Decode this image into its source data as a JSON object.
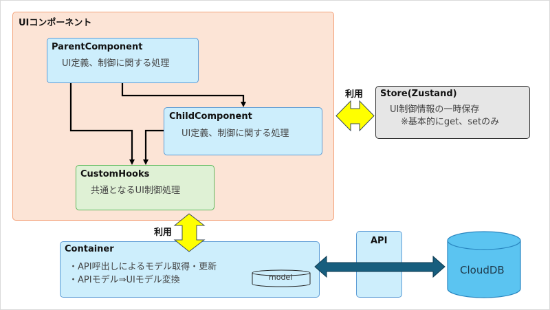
{
  "ui_components": {
    "title": "UIコンポーネント",
    "parent": {
      "title": "ParentComponent",
      "desc": "UI定義、制御に関する処理"
    },
    "child": {
      "title": "ChildComponent",
      "desc": "UI定義、制御に関する処理"
    },
    "hooks": {
      "title": "CustomHooks",
      "desc": "共通となるUI制御処理"
    }
  },
  "store": {
    "title": "Store(Zustand)",
    "line1": "UI制御情報の一時保存",
    "line2": "※基本的にget、setのみ"
  },
  "use_label_store": "利用",
  "use_label_container": "利用",
  "container": {
    "title": "Container",
    "line1": "・API呼出しによるモデル取得・更新",
    "line2": "・APIモデル⇒UIモデル変換",
    "model_label": "model"
  },
  "api": {
    "title": "API"
  },
  "clouddb": {
    "label": "CloudDB"
  },
  "colors": {
    "ui_fill": "#fce4d6",
    "ui_border": "#f4a27a",
    "component_fill": "#cdeefc",
    "component_border": "#5b9bd5",
    "hooks_fill": "#dff1d5",
    "hooks_border": "#5cb85c",
    "store_fill": "#e6e6e6",
    "store_border": "#333333",
    "arrow_yellow": "#ffff00",
    "arrow_dark": "#175e7e",
    "db_fill": "#5bc4f1"
  }
}
